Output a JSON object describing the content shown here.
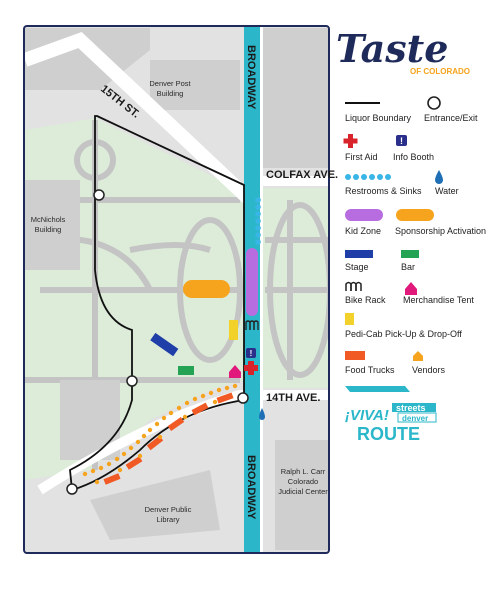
{
  "brand": {
    "title": "Taste",
    "subtitle": "OF COLORADO",
    "title_color": "#1e2a5a",
    "subtitle_color": "#f5a31a"
  },
  "streets": {
    "fifteenth": "15TH ST.",
    "broadway_top": "BROADWAY",
    "broadway_bottom": "BROADWAY",
    "colfax": "COLFAX AVE.",
    "fourteenth": "14TH AVE."
  },
  "buildings": {
    "denver_post": [
      "Denver Post",
      "Building"
    ],
    "mcnichols": [
      "McNichols",
      "Building"
    ],
    "carr": [
      "Ralph L. Carr",
      "Colorado",
      "Judicial Center"
    ],
    "library": [
      "Denver Public",
      "Library"
    ]
  },
  "legend": [
    {
      "label": "Liquor Boundary",
      "icon": "line-icon"
    },
    {
      "label": "Entrance/Exit",
      "icon": "circle-icon"
    },
    {
      "label": "First Aid",
      "icon": "red-cross-icon",
      "color": "#d8232a"
    },
    {
      "label": "Info Booth",
      "icon": "info-icon",
      "color": "#2b2f8c"
    },
    {
      "label": "Restrooms & Sinks",
      "icon": "dots-icon",
      "color": "#39b6e6"
    },
    {
      "label": "Water",
      "icon": "drop-icon",
      "color": "#1e6fb5"
    },
    {
      "label": "Kid Zone",
      "icon": "pill-icon",
      "color": "#b76de0"
    },
    {
      "label": "Sponsorship Activation",
      "icon": "pill-icon",
      "color": "#f6a31e"
    },
    {
      "label": "Stage",
      "icon": "bar-icon",
      "color": "#1f3ea8"
    },
    {
      "label": "Bar",
      "icon": "bar-icon",
      "color": "#25a354"
    },
    {
      "label": "Bike Rack",
      "icon": "bike-rack-icon"
    },
    {
      "label": "Merchandise Tent",
      "icon": "tent-icon",
      "color": "#e0197a"
    },
    {
      "label": "Pedi-Cab Pick-Up & Drop-Off",
      "icon": "bar-icon",
      "color": "#f2d22a"
    },
    {
      "label": "Food Trucks",
      "icon": "bar-icon",
      "color": "#f15a24"
    },
    {
      "label": "Vendors",
      "icon": "tent-icon",
      "color": "#f6a31e"
    }
  ],
  "viva": {
    "line1": "¡VIVA!",
    "line2": "streets",
    "line3": "denver",
    "line4": "ROUTE",
    "color": "#2bb7c9"
  }
}
